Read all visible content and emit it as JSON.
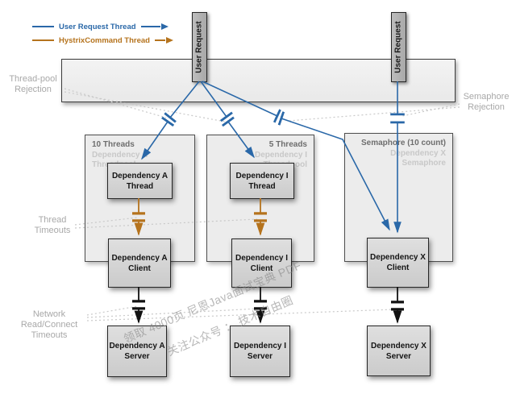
{
  "colors": {
    "user_request_thread": "#2a68a8",
    "hystrix_command_thread": "#b5731d",
    "dotted_guide": "#c9c9c9",
    "annotation_text": "#a8a8a8"
  },
  "legend": {
    "items": [
      {
        "label": "User Request Thread"
      },
      {
        "label": "HystrixCommand Thread"
      }
    ]
  },
  "user_requests": {
    "left": "User Request",
    "right": "User Request"
  },
  "annotations": {
    "thread_pool_rejection": "Thread-pool\nRejection",
    "semaphore_rejection": "Semaphore\nRejection",
    "thread_timeouts": "Thread\nTimeouts",
    "network_timeouts": "Network\nRead/Connect\nTimeouts"
  },
  "pools": [
    {
      "title": "10 Threads",
      "subtitle": "Dependency A Threadpool"
    },
    {
      "title": "5 Threads",
      "subtitle": "Dependency I Threadpool"
    },
    {
      "title": "Semaphore (10 count)",
      "subtitle": "Dependency X Semaphore"
    }
  ],
  "boxes": {
    "thread_a": "Dependency A\nThread",
    "thread_i": "Dependency I\nThread",
    "client_a": "Dependency A\nClient",
    "client_i": "Dependency I\nClient",
    "client_x": "Dependency X\nClient",
    "server_a": "Dependency A\nServer",
    "server_i": "Dependency I\nServer",
    "server_x": "Dependency X\nServer"
  },
  "watermark": {
    "line1": "领取 4000页 尼恩Java面试宝典 PDF",
    "line2": "关注公众号 ： 技术自由圈"
  }
}
